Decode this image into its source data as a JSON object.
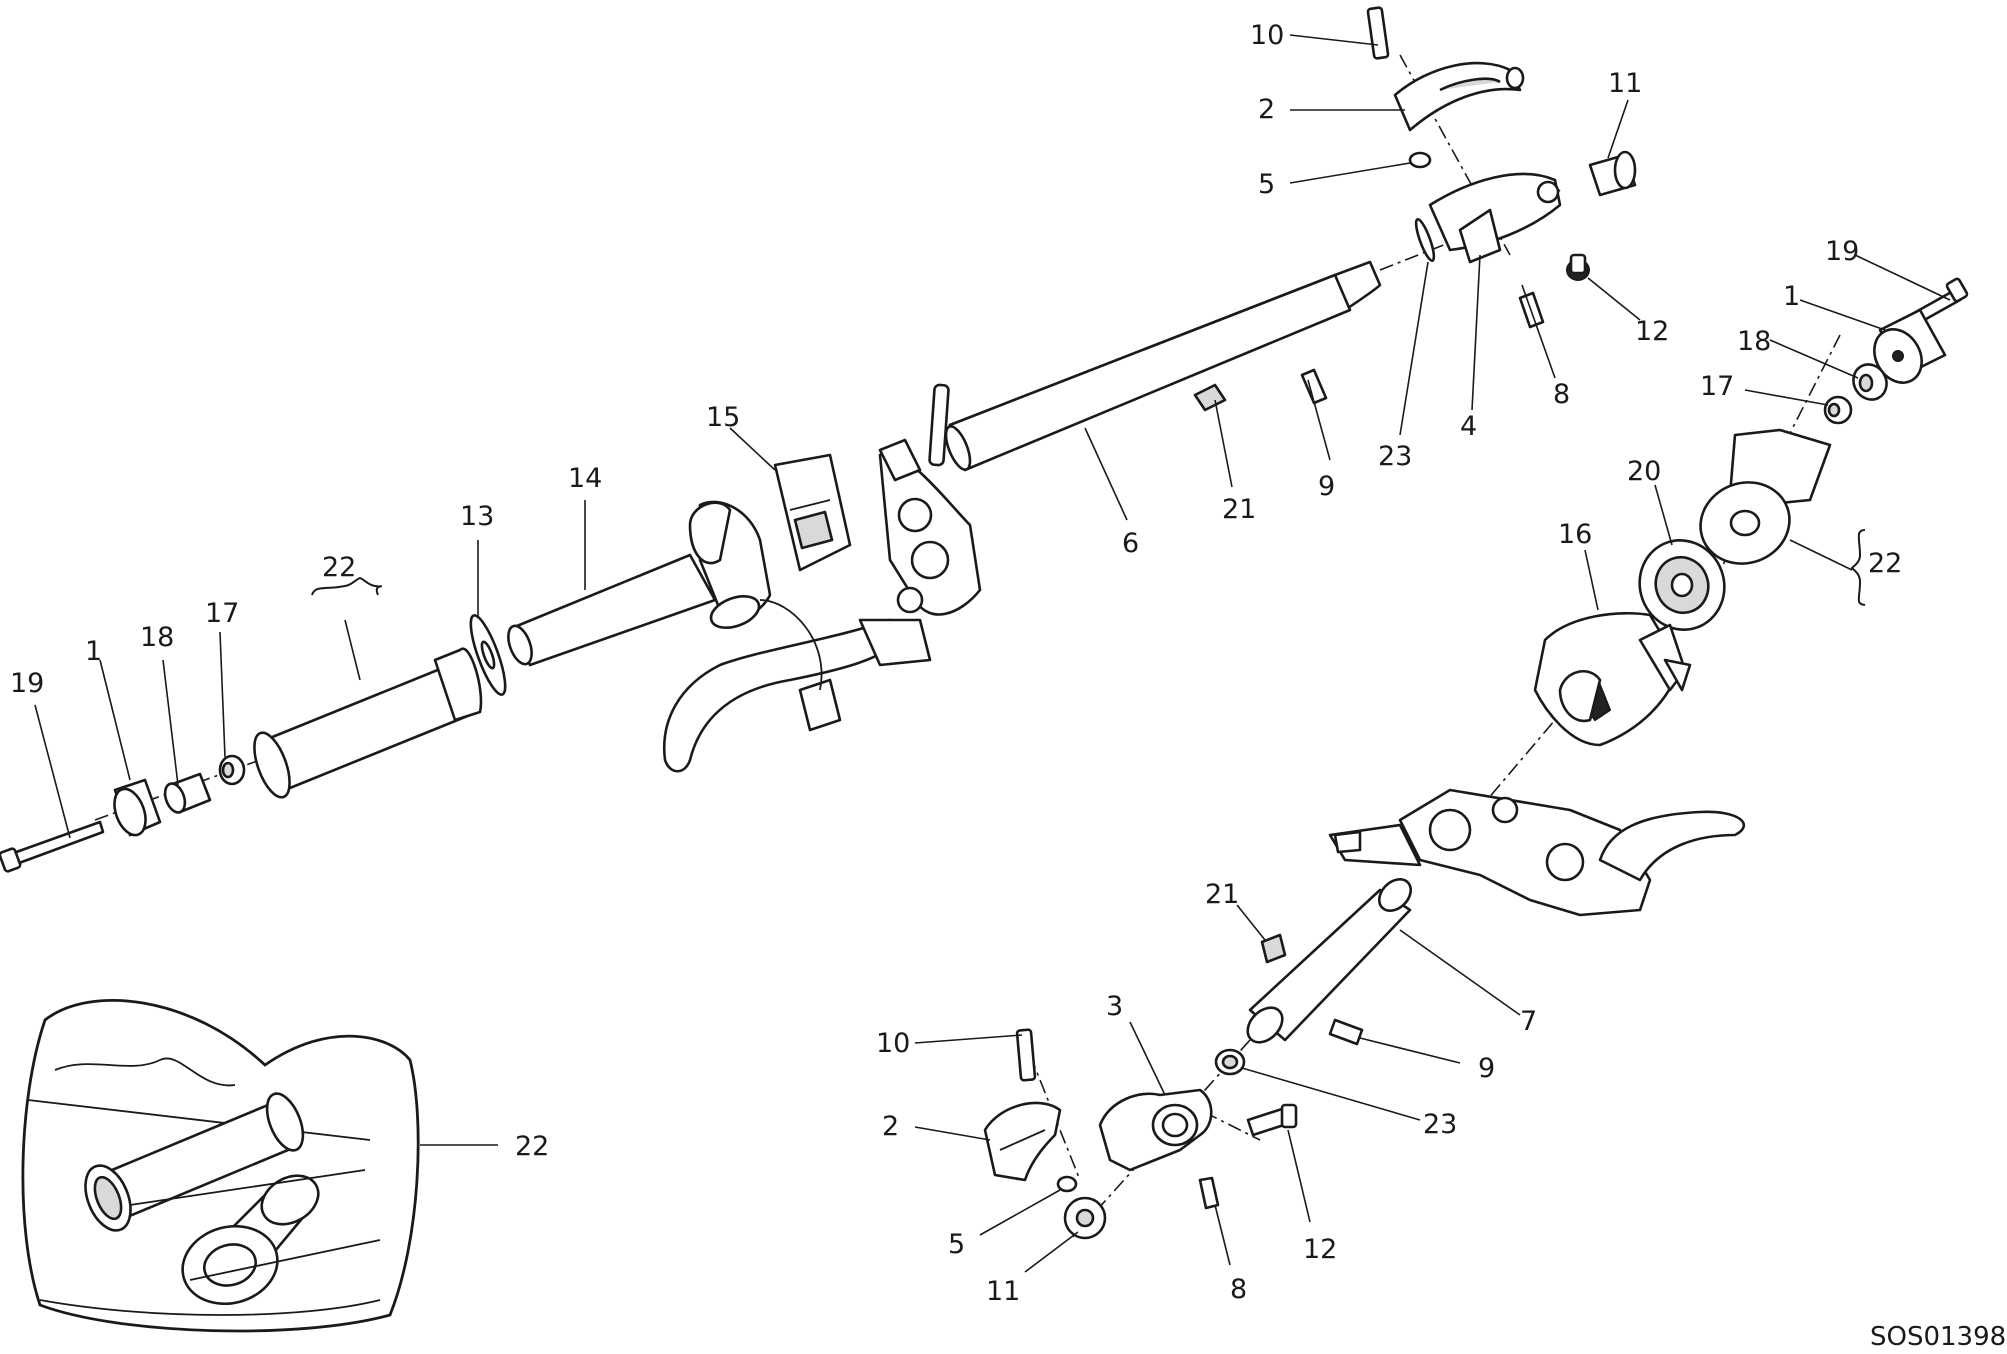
{
  "drawing_code": "SOS01398",
  "callouts": {
    "top_10": "10",
    "top_2": "2",
    "top_5": "5",
    "top_11": "11",
    "top_12": "12",
    "top_8": "8",
    "top_4": "4",
    "top_23": "23",
    "mid_9": "9",
    "mid_21": "21",
    "mid_6": "6",
    "left_15": "15",
    "left_14": "14",
    "left_13": "13",
    "left_22": "22",
    "left_17": "17",
    "left_18": "18",
    "left_1": "1",
    "left_19": "19",
    "right_19": "19",
    "right_1": "1",
    "right_18": "18",
    "right_17": "17",
    "right_20": "20",
    "right_16": "16",
    "right_22": "22",
    "low_21": "21",
    "low_7": "7",
    "low_9": "9",
    "low_23": "23",
    "low_3": "3",
    "low_10": "10",
    "low_2": "2",
    "low_5": "5",
    "low_11": "11",
    "low_8": "8",
    "low_12": "12",
    "inset_22": "22"
  }
}
